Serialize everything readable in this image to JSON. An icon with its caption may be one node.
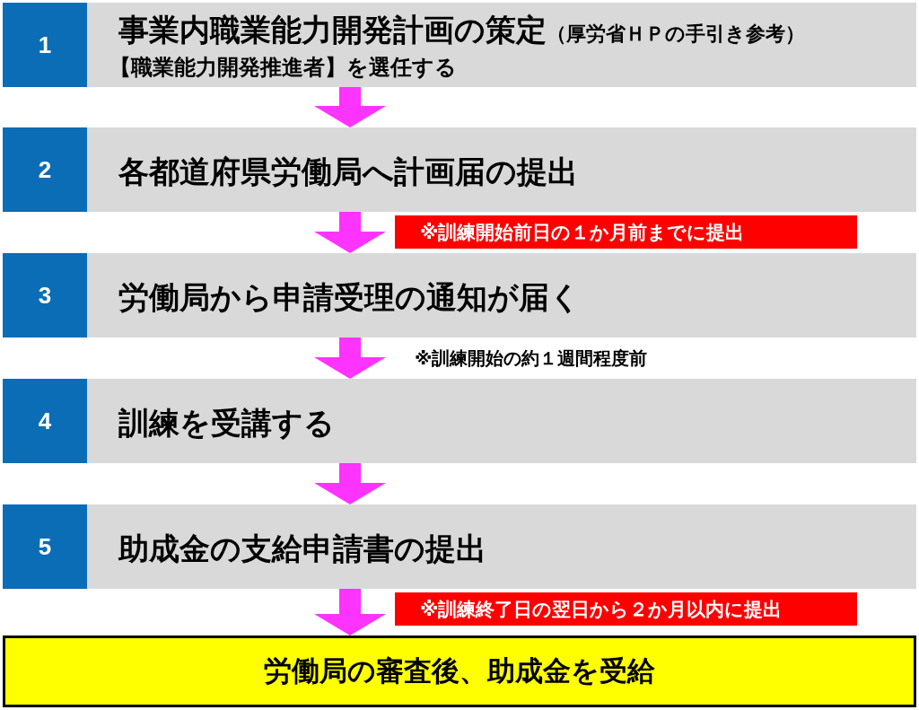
{
  "diagram": {
    "nodes": [
      {
        "text": [
          "1"
        ]
      },
      {
        "text": [
          "事業内職業能力開発計画の策定",
          "（厚労省ＨＰの手引き参考）",
          "【職業能力開発推進者】を選任する"
        ]
      },
      {
        "text": [
          "2"
        ]
      },
      {
        "text": [
          "各都道府県労働局へ計画届の提出"
        ]
      },
      {
        "text": [
          "※訓練開始前日の１か月前までに提出"
        ]
      },
      {
        "text": [
          "3"
        ]
      },
      {
        "text": [
          "労働局から申請受理の通知が届く"
        ]
      },
      {
        "text": [
          "4"
        ]
      },
      {
        "text": [
          "訓練を受講する"
        ]
      },
      {
        "text": [
          "5"
        ]
      },
      {
        "text": [
          "助成金の支給申請書の提出"
        ]
      },
      {
        "text": [
          "※訓練終了日の翌日から２か月以内に提出"
        ]
      },
      {
        "text": [
          "労働局の審査後、助成金を受給"
        ]
      }
    ],
    "edges": [
      {
        "from": 1,
        "to": 3,
        "arrow": "to"
      },
      {
        "from": 3,
        "to": 6,
        "arrow": "to"
      },
      {
        "from": 6,
        "to": 8,
        "arrow": "to",
        "label": "※訓練開始の約１週間程度前"
      },
      {
        "from": 8,
        "to": 10,
        "arrow": "to"
      },
      {
        "from": 10,
        "to": 12,
        "arrow": "to"
      }
    ]
  }
}
